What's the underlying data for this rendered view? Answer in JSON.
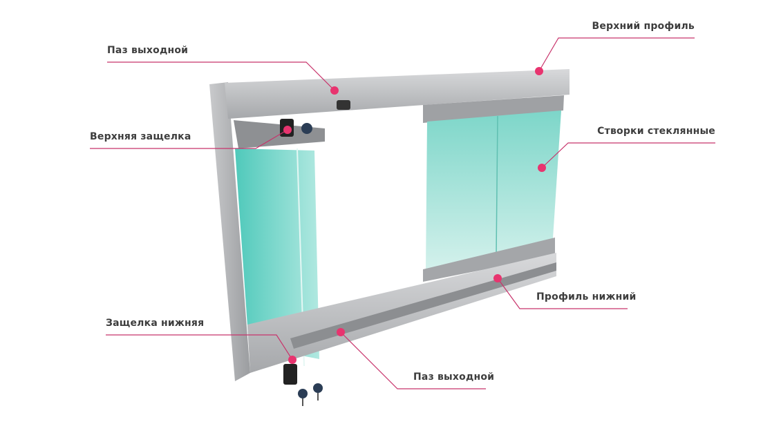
{
  "labels": {
    "top_profile": "Верхний профиль",
    "outlet_groove_top": "Паз выходной",
    "top_latch": "Верхняя защелка",
    "glass_sashes": "Створки стеклянные",
    "bottom_profile": "Профиль нижний",
    "bottom_latch": "Защелка нижняя",
    "outlet_groove_bottom": "Паз выходной"
  },
  "colors": {
    "leader": "#c8336b",
    "dot": "#e8346f",
    "glass": "#7fd6cc",
    "metal": "#b8babd"
  }
}
